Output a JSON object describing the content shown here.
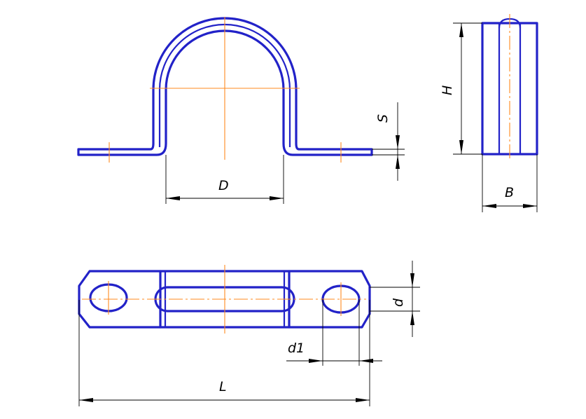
{
  "colors": {
    "part_outline": "#2222c8",
    "center_line": "#ff8a1e",
    "dimension_line": "#000000",
    "background": "#ffffff"
  },
  "labels": {
    "D": "D",
    "S": "S",
    "H": "H",
    "B": "B",
    "d": "d",
    "d1": "d1",
    "L": "L"
  }
}
